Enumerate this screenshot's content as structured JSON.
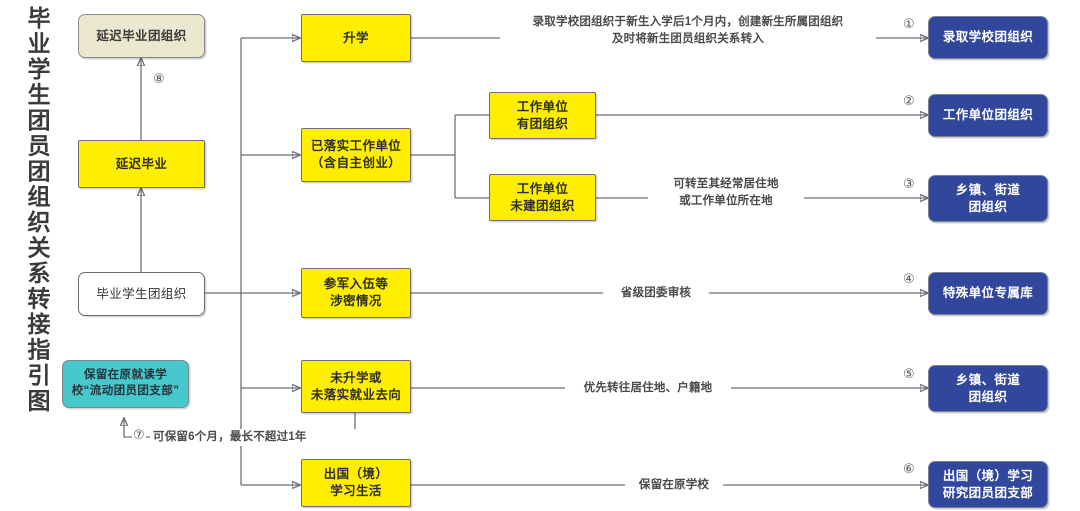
{
  "title": {
    "vertical_text": "毕业学生团员团组织关系转接指引图"
  },
  "colors": {
    "yellow": "#ffee00",
    "blue": "#31479b",
    "cyan": "#46c8cd",
    "beige": "#ece7cf",
    "white": "#ffffff",
    "line": "#6c6f77"
  },
  "nodes": {
    "root": {
      "label": "毕业学生团组织",
      "type": "white"
    },
    "delay_graduate": {
      "label": "延迟毕业",
      "type": "yellow"
    },
    "delay_graduate_org": {
      "label": "延迟毕业团组织",
      "type": "beige"
    },
    "keep_in_school": {
      "label": "保留在原就读学\n校“流动团员团支部”",
      "type": "cyan"
    },
    "further_study": {
      "label": "升学",
      "type": "yellow"
    },
    "employed": {
      "label": "已落实工作单位\n（含自主创业）",
      "type": "yellow"
    },
    "employer_has_org": {
      "label": "工作单位\n有团组织",
      "type": "yellow"
    },
    "employer_no_org": {
      "label": "工作单位\n未建团组织",
      "type": "yellow"
    },
    "military": {
      "label": "参军入伍等\n涉密情况",
      "type": "yellow"
    },
    "unsettled": {
      "label": "未升学或\n未落实就业去向",
      "type": "yellow"
    },
    "abroad": {
      "label": "出国（境）\n学习生活",
      "type": "yellow"
    },
    "dest_school_org": {
      "label": "录取学校团组织",
      "type": "blue"
    },
    "dest_employer_org": {
      "label": "工作单位团组织",
      "type": "blue"
    },
    "dest_township_org_1": {
      "label": "乡镇、街道\n团组织",
      "type": "blue"
    },
    "dest_special_unit": {
      "label": "特殊单位专属库",
      "type": "blue"
    },
    "dest_township_org_2": {
      "label": "乡镇、街道\n团组织",
      "type": "blue"
    },
    "dest_abroad_branch": {
      "label": "出国（境）学习\n研究团员团支部",
      "type": "blue"
    }
  },
  "edge_labels": {
    "e1": "录取学校团组织于新生入学后1个月内，创建新生所属团组织\n及时将新生团员组织关系转入",
    "e3": "可转至其经常居住地\n或工作单位所在地",
    "e4": "省级团委审核",
    "e5": "优先转往居住地、户籍地",
    "e6": "保留在原学校",
    "e7": "可保留6个月，最长不超过1年"
  },
  "markers": {
    "m1": "①",
    "m2": "②",
    "m3": "③",
    "m4": "④",
    "m5": "⑤",
    "m6": "⑥",
    "m7": "⑦",
    "m8": "⑧"
  }
}
